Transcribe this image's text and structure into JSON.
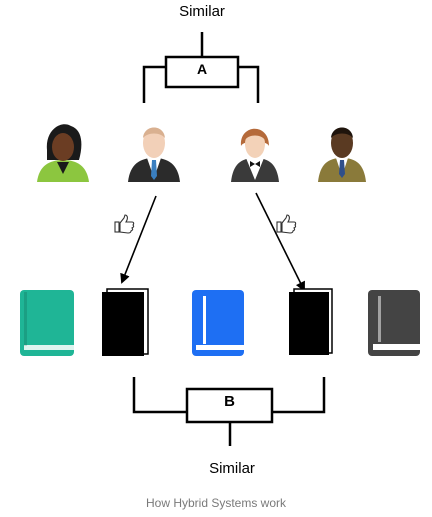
{
  "labels": {
    "top_similar": "Similar",
    "box_a": "A",
    "box_b": "B",
    "bottom_similar": "Similar"
  },
  "caption": "How Hybrid Systems work",
  "users": [
    {
      "name": "woman-green",
      "skin": "#6b3d23",
      "suit": "#8cc63f",
      "hair": "#1a1a1a"
    },
    {
      "name": "man-dark-suit",
      "skin": "#f2d0b8",
      "suit": "#2b2b2b",
      "hair": "#d9b090"
    },
    {
      "name": "waitress",
      "skin": "#f3d2b8",
      "suit": "#3a3a3a",
      "hair": "#b56a3a"
    },
    {
      "name": "man-olive-suit",
      "skin": "#5a3a22",
      "suit": "#8a7a3a",
      "hair": "#1f140c"
    }
  ],
  "books": [
    {
      "name": "green-book",
      "color": "#1fb596"
    },
    {
      "name": "black-book-1",
      "color": "#000000"
    },
    {
      "name": "blue-book",
      "color": "#1e6ff3"
    },
    {
      "name": "black-book-2",
      "color": "#000000"
    },
    {
      "name": "grey-book",
      "color": "#444444"
    }
  ]
}
